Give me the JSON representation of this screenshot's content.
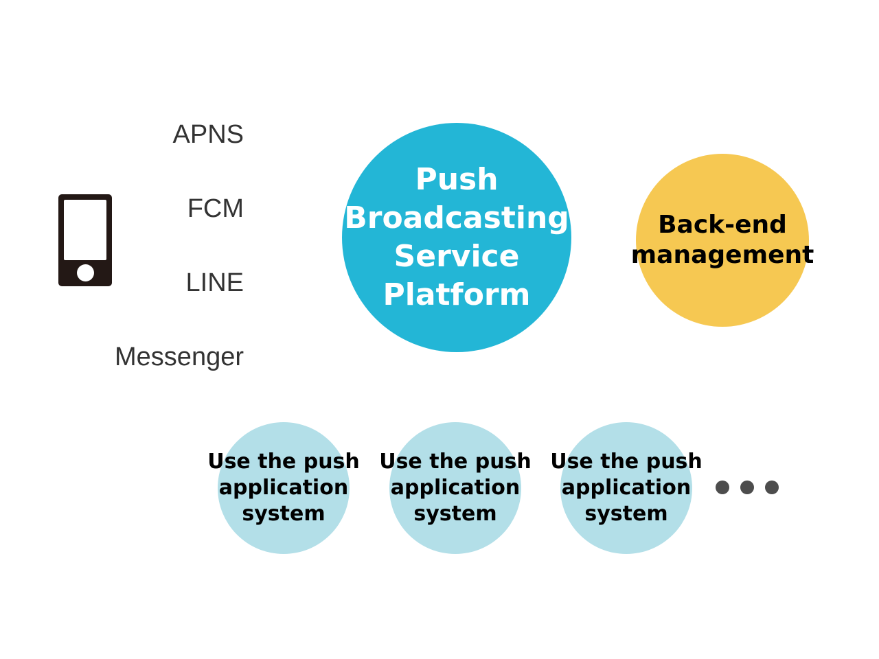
{
  "channels": [
    {
      "label": "APNS"
    },
    {
      "label": "FCM"
    },
    {
      "label": "LINE"
    },
    {
      "label": "Messenger"
    }
  ],
  "device": {
    "icon": "smartphone-icon",
    "color": "#231815"
  },
  "platform": {
    "label": "Push\nBroadcasting\nService\nPlatform",
    "color": "#23b6d6"
  },
  "backend": {
    "label": "Back-end\nmanagement",
    "color": "#f6c852"
  },
  "apps": [
    {
      "label": "Use the push\napplication\nsystem"
    },
    {
      "label": "Use the push\napplication\nsystem"
    },
    {
      "label": "Use the push\napplication\nsystem"
    }
  ],
  "app_color": "#b3dfe8",
  "more_indicator": {
    "icon": "ellipsis-icon",
    "count": 3
  }
}
